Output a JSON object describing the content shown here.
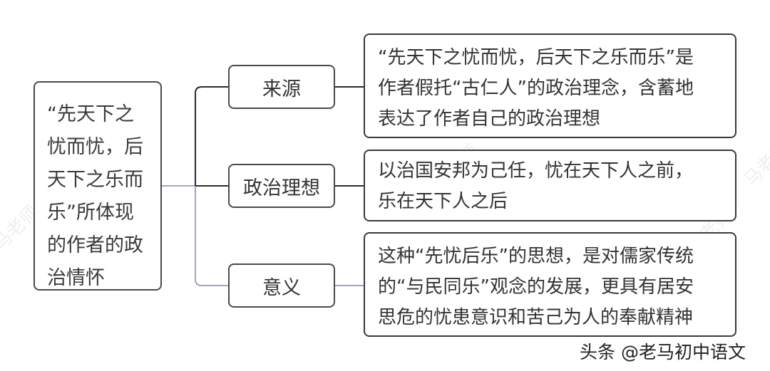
{
  "root": {
    "lines": [
      "“先天下之",
      "忧而忧，后",
      "天下之乐而",
      "乐”所体现",
      "的作者的政",
      "治情怀"
    ]
  },
  "branches": [
    {
      "label": "来源",
      "detail": [
        "“先天下之忧而忧，后天下之乐而乐”是",
        "作者假托“古仁人”的政治理念，含蓄地",
        "表达了作者自己的政治理想"
      ]
    },
    {
      "label": "政治理想",
      "detail": [
        "以治国安邦为己任，忧在天下人之前，",
        "乐在天下人之后"
      ]
    },
    {
      "label": "意义",
      "detail": [
        "这种“先忧后乐”的思想，是对儒家传统",
        "的“与民同乐”观念的发展，更具有居安",
        "思危的忧患意识和苦己为人的奉献精神"
      ]
    }
  ],
  "watermark": "马老师",
  "footer": "头条 @老马初中语文",
  "colors": {
    "border": "#4a4a4a",
    "connector_dark": "#2b2b2b",
    "connector_purple": "#8e84b8",
    "text": "#333333"
  }
}
